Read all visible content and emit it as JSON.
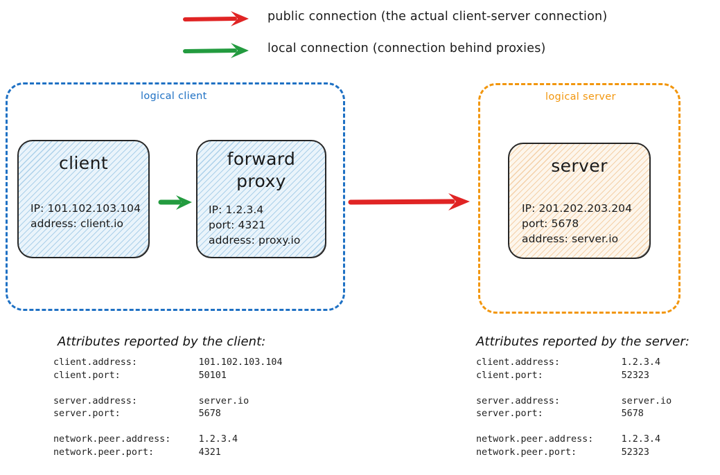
{
  "legend": {
    "items": [
      {
        "icon": "red-arrow-icon",
        "color": "#e02424",
        "label": "public connection (the actual client-server connection)"
      },
      {
        "icon": "green-arrow-icon",
        "color": "#239b3f",
        "label": "local connection (connection behind proxies)"
      }
    ]
  },
  "groups": {
    "client": {
      "label": "logical client",
      "color": "#1f71c4"
    },
    "server": {
      "label": "logical server",
      "color": "#f2960d"
    }
  },
  "nodes": {
    "client": {
      "title": "client",
      "props": "IP: 101.102.103.104\naddress: client.io"
    },
    "proxy": {
      "title": "forward\nproxy",
      "props": "IP: 1.2.3.4\nport: 4321\naddress: proxy.io"
    },
    "server": {
      "title": "server",
      "props": "IP: 201.202.203.204\nport: 5678\naddress: server.io"
    }
  },
  "arrows": {
    "local_client_to_proxy": {
      "color": "#239b3f",
      "kind": "local connection"
    },
    "public_proxy_to_server": {
      "color": "#e02424",
      "kind": "public connection"
    }
  },
  "attributes": {
    "client": {
      "heading": "Attributes reported by the client:",
      "rows": [
        {
          "key": "client.address:",
          "value": "101.102.103.104"
        },
        {
          "key": "client.port:",
          "value": "50101"
        },
        {
          "key": "",
          "value": ""
        },
        {
          "key": "server.address:",
          "value": "server.io"
        },
        {
          "key": "server.port:",
          "value": "5678"
        },
        {
          "key": "",
          "value": ""
        },
        {
          "key": "network.peer.address:",
          "value": "1.2.3.4"
        },
        {
          "key": "network.peer.port:",
          "value": "4321"
        }
      ]
    },
    "server": {
      "heading": "Attributes reported by the server:",
      "rows": [
        {
          "key": "client.address:",
          "value": "1.2.3.4"
        },
        {
          "key": "client.port:",
          "value": "52323"
        },
        {
          "key": "",
          "value": ""
        },
        {
          "key": "server.address:",
          "value": "server.io"
        },
        {
          "key": "server.port:",
          "value": "5678"
        },
        {
          "key": "",
          "value": ""
        },
        {
          "key": "network.peer.address:",
          "value": "1.2.3.4"
        },
        {
          "key": "network.peer.port:",
          "value": "52323"
        }
      ]
    }
  }
}
